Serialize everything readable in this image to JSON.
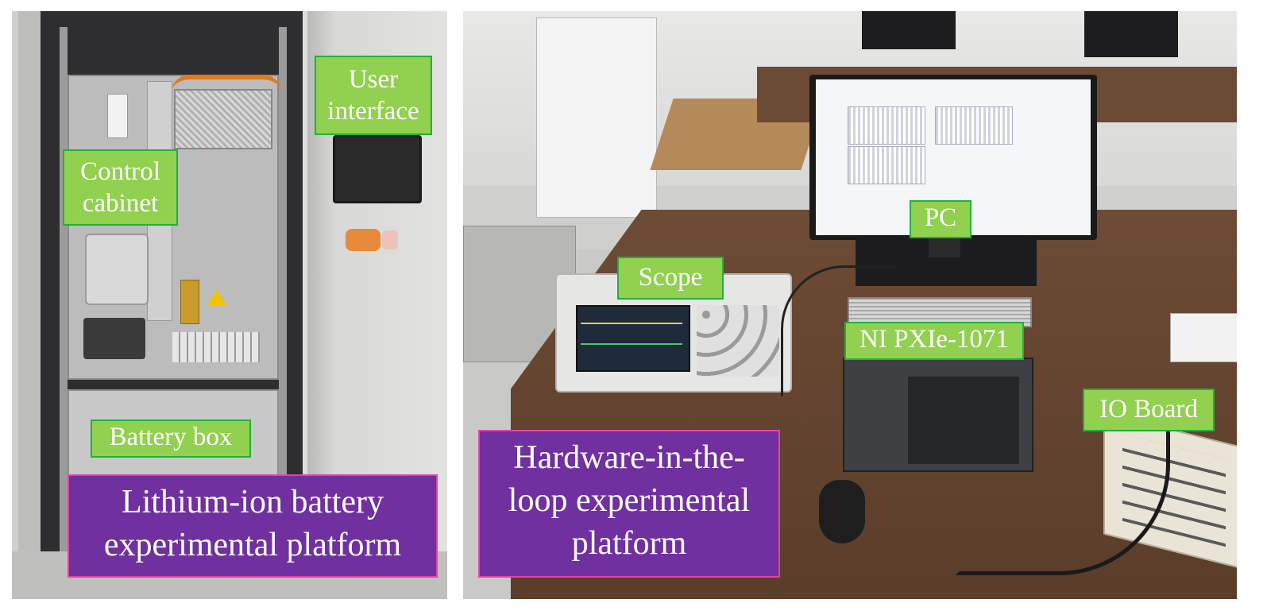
{
  "figure": {
    "left_photo": {
      "labels": {
        "user_interface": [
          "User",
          "interface"
        ],
        "control_cabinet": [
          "Control",
          "cabinet"
        ],
        "battery_box": "Battery box"
      },
      "caption": [
        "Lithium-ion battery",
        "experimental platform"
      ]
    },
    "right_photo": {
      "labels": {
        "pc": "PC",
        "scope": "Scope",
        "ni_pxie": "NI PXIe-1071",
        "io_board": "IO Board"
      },
      "caption": [
        "Hardware-in-the-",
        "loop experimental",
        "platform"
      ]
    }
  },
  "colors": {
    "label_fill": "#92d050",
    "label_border": "#1fb23a",
    "caption_fill": "#7030a0",
    "caption_border": "#e93fa8"
  }
}
